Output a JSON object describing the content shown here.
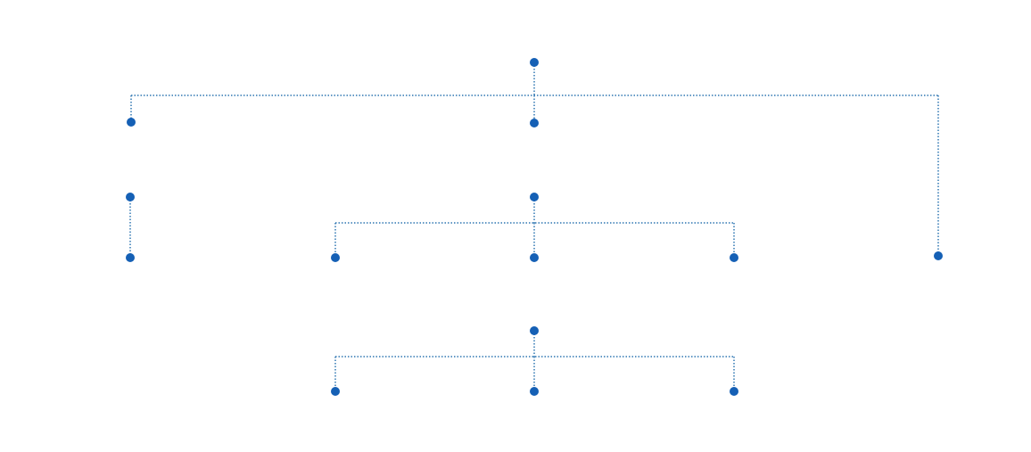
{
  "colors": {
    "background": "#ffffff",
    "node": "#1560b5",
    "connector": "#2f76b2"
  },
  "diagram": {
    "type": "org-tree",
    "labels_shown": false,
    "trees": [
      {
        "name": "tree-1",
        "root": "node-1",
        "children": [
          "node-2",
          "node-3",
          "node-4"
        ]
      },
      {
        "name": "tree-2",
        "root": "node-5",
        "children": [
          "node-6"
        ]
      },
      {
        "name": "tree-3",
        "root": "node-7",
        "children": [
          "node-8",
          "node-9",
          "node-10"
        ]
      },
      {
        "name": "tree-4",
        "root": "node-11",
        "children": [
          "node-12",
          "node-13",
          "node-14"
        ]
      }
    ]
  }
}
